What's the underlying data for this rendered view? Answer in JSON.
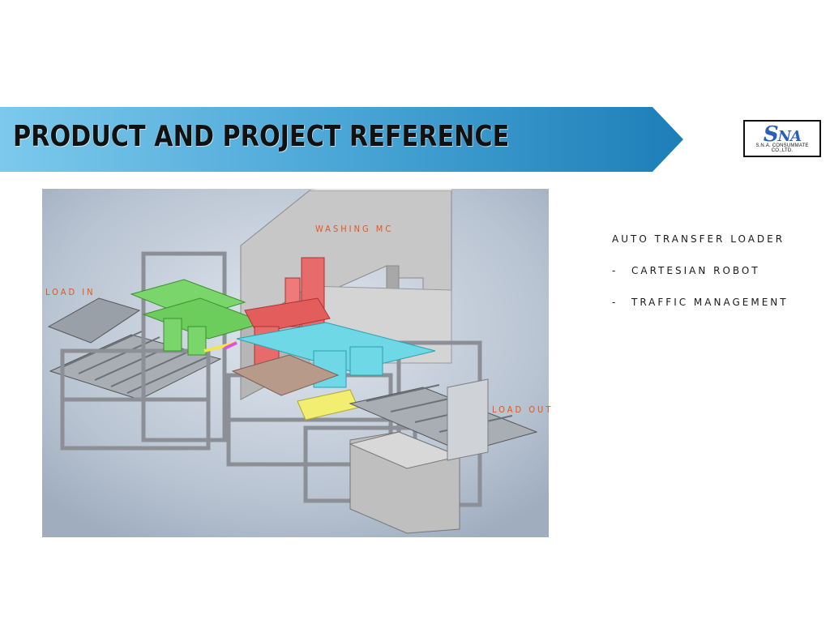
{
  "header": {
    "title": "PRODUCT AND PROJECT REFERENCE",
    "gradient_start": "#7cc9ec",
    "gradient_end": "#1d7fb8"
  },
  "logo": {
    "mark": "SNA",
    "company": "S.N.A. CONSUMMATE CO.,LTD."
  },
  "figure": {
    "labels": {
      "washing": "WASHING MC",
      "load_in": "LOAD IN",
      "load_out": "LOAD OUT"
    },
    "label_color": "#e8541c"
  },
  "info": {
    "title": "AUTO TRANSFER LOADER",
    "items": [
      {
        "bullet": "-",
        "text": "CARTESIAN ROBOT"
      },
      {
        "bullet": "-",
        "text": "TRAFFIC MANAGEMENT"
      }
    ]
  }
}
